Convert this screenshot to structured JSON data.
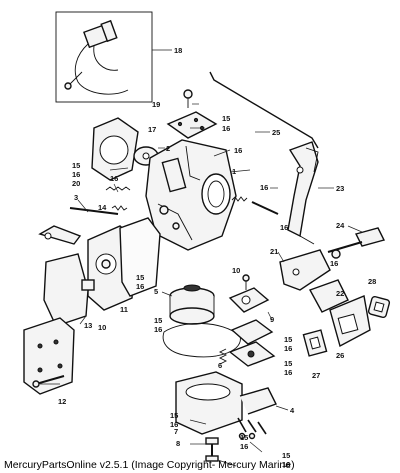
{
  "caption": "MercuryPartsOnline v2.5.1 (Image Copyright- Mercury Marine)",
  "callouts": [
    {
      "id": "c18",
      "text": "18"
    },
    {
      "id": "c19",
      "text": "19"
    },
    {
      "id": "c17",
      "text": "17"
    },
    {
      "id": "c15a",
      "text": "15"
    },
    {
      "id": "c16a",
      "text": "16"
    },
    {
      "id": "c25",
      "text": "25"
    },
    {
      "id": "c2",
      "text": "2"
    },
    {
      "id": "c16b",
      "text": "16"
    },
    {
      "id": "c15b",
      "text": "15"
    },
    {
      "id": "c16c",
      "text": "16"
    },
    {
      "id": "c20",
      "text": "20"
    },
    {
      "id": "c1",
      "text": "1"
    },
    {
      "id": "c16d",
      "text": "16"
    },
    {
      "id": "c23",
      "text": "23"
    },
    {
      "id": "c3",
      "text": "3"
    },
    {
      "id": "c16e",
      "text": "16"
    },
    {
      "id": "c14",
      "text": "14"
    },
    {
      "id": "c16f",
      "text": "16"
    },
    {
      "id": "c24",
      "text": "24"
    },
    {
      "id": "c21",
      "text": "21"
    },
    {
      "id": "c10a",
      "text": "10"
    },
    {
      "id": "c16g",
      "text": "16"
    },
    {
      "id": "c22",
      "text": "22"
    },
    {
      "id": "c28",
      "text": "28"
    },
    {
      "id": "c5",
      "text": "5"
    },
    {
      "id": "c11",
      "text": "11"
    },
    {
      "id": "c15c",
      "text": "15"
    },
    {
      "id": "c16h",
      "text": "16"
    },
    {
      "id": "c15d",
      "text": "15"
    },
    {
      "id": "c16i",
      "text": "16"
    },
    {
      "id": "c10b",
      "text": "10"
    },
    {
      "id": "c9",
      "text": "9"
    },
    {
      "id": "c15e",
      "text": "15"
    },
    {
      "id": "c16j",
      "text": "16"
    },
    {
      "id": "c15f",
      "text": "15"
    },
    {
      "id": "c16k",
      "text": "16"
    },
    {
      "id": "c26",
      "text": "26"
    },
    {
      "id": "c27",
      "text": "27"
    },
    {
      "id": "c6",
      "text": "6"
    },
    {
      "id": "c13",
      "text": "13"
    },
    {
      "id": "c12",
      "text": "12"
    },
    {
      "id": "c4",
      "text": "4"
    },
    {
      "id": "c15g",
      "text": "15"
    },
    {
      "id": "c16l",
      "text": "16"
    },
    {
      "id": "c7",
      "text": "7"
    },
    {
      "id": "c8",
      "text": "8"
    },
    {
      "id": "c15h",
      "text": "15"
    },
    {
      "id": "c16m",
      "text": "16"
    },
    {
      "id": "c15i",
      "text": "15"
    },
    {
      "id": "c16n",
      "text": "16"
    }
  ]
}
